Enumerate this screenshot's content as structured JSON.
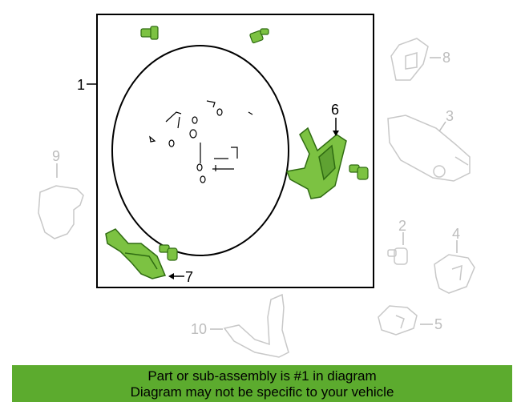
{
  "callouts": {
    "c1": "1",
    "c2": "2",
    "c3": "3",
    "c4": "4",
    "c5": "5",
    "c6": "6",
    "c7": "7",
    "c8": "8",
    "c9": "9",
    "c10": "10"
  },
  "colors": {
    "highlight_part": "#7cc242",
    "highlight_outline": "#2f6b12",
    "faded_part": "#c8c8c8",
    "banner": "#5cab2e"
  },
  "banner": {
    "line1": "Part or sub-assembly is #1 in diagram",
    "line2": "Diagram may not be specific to your vehicle"
  }
}
